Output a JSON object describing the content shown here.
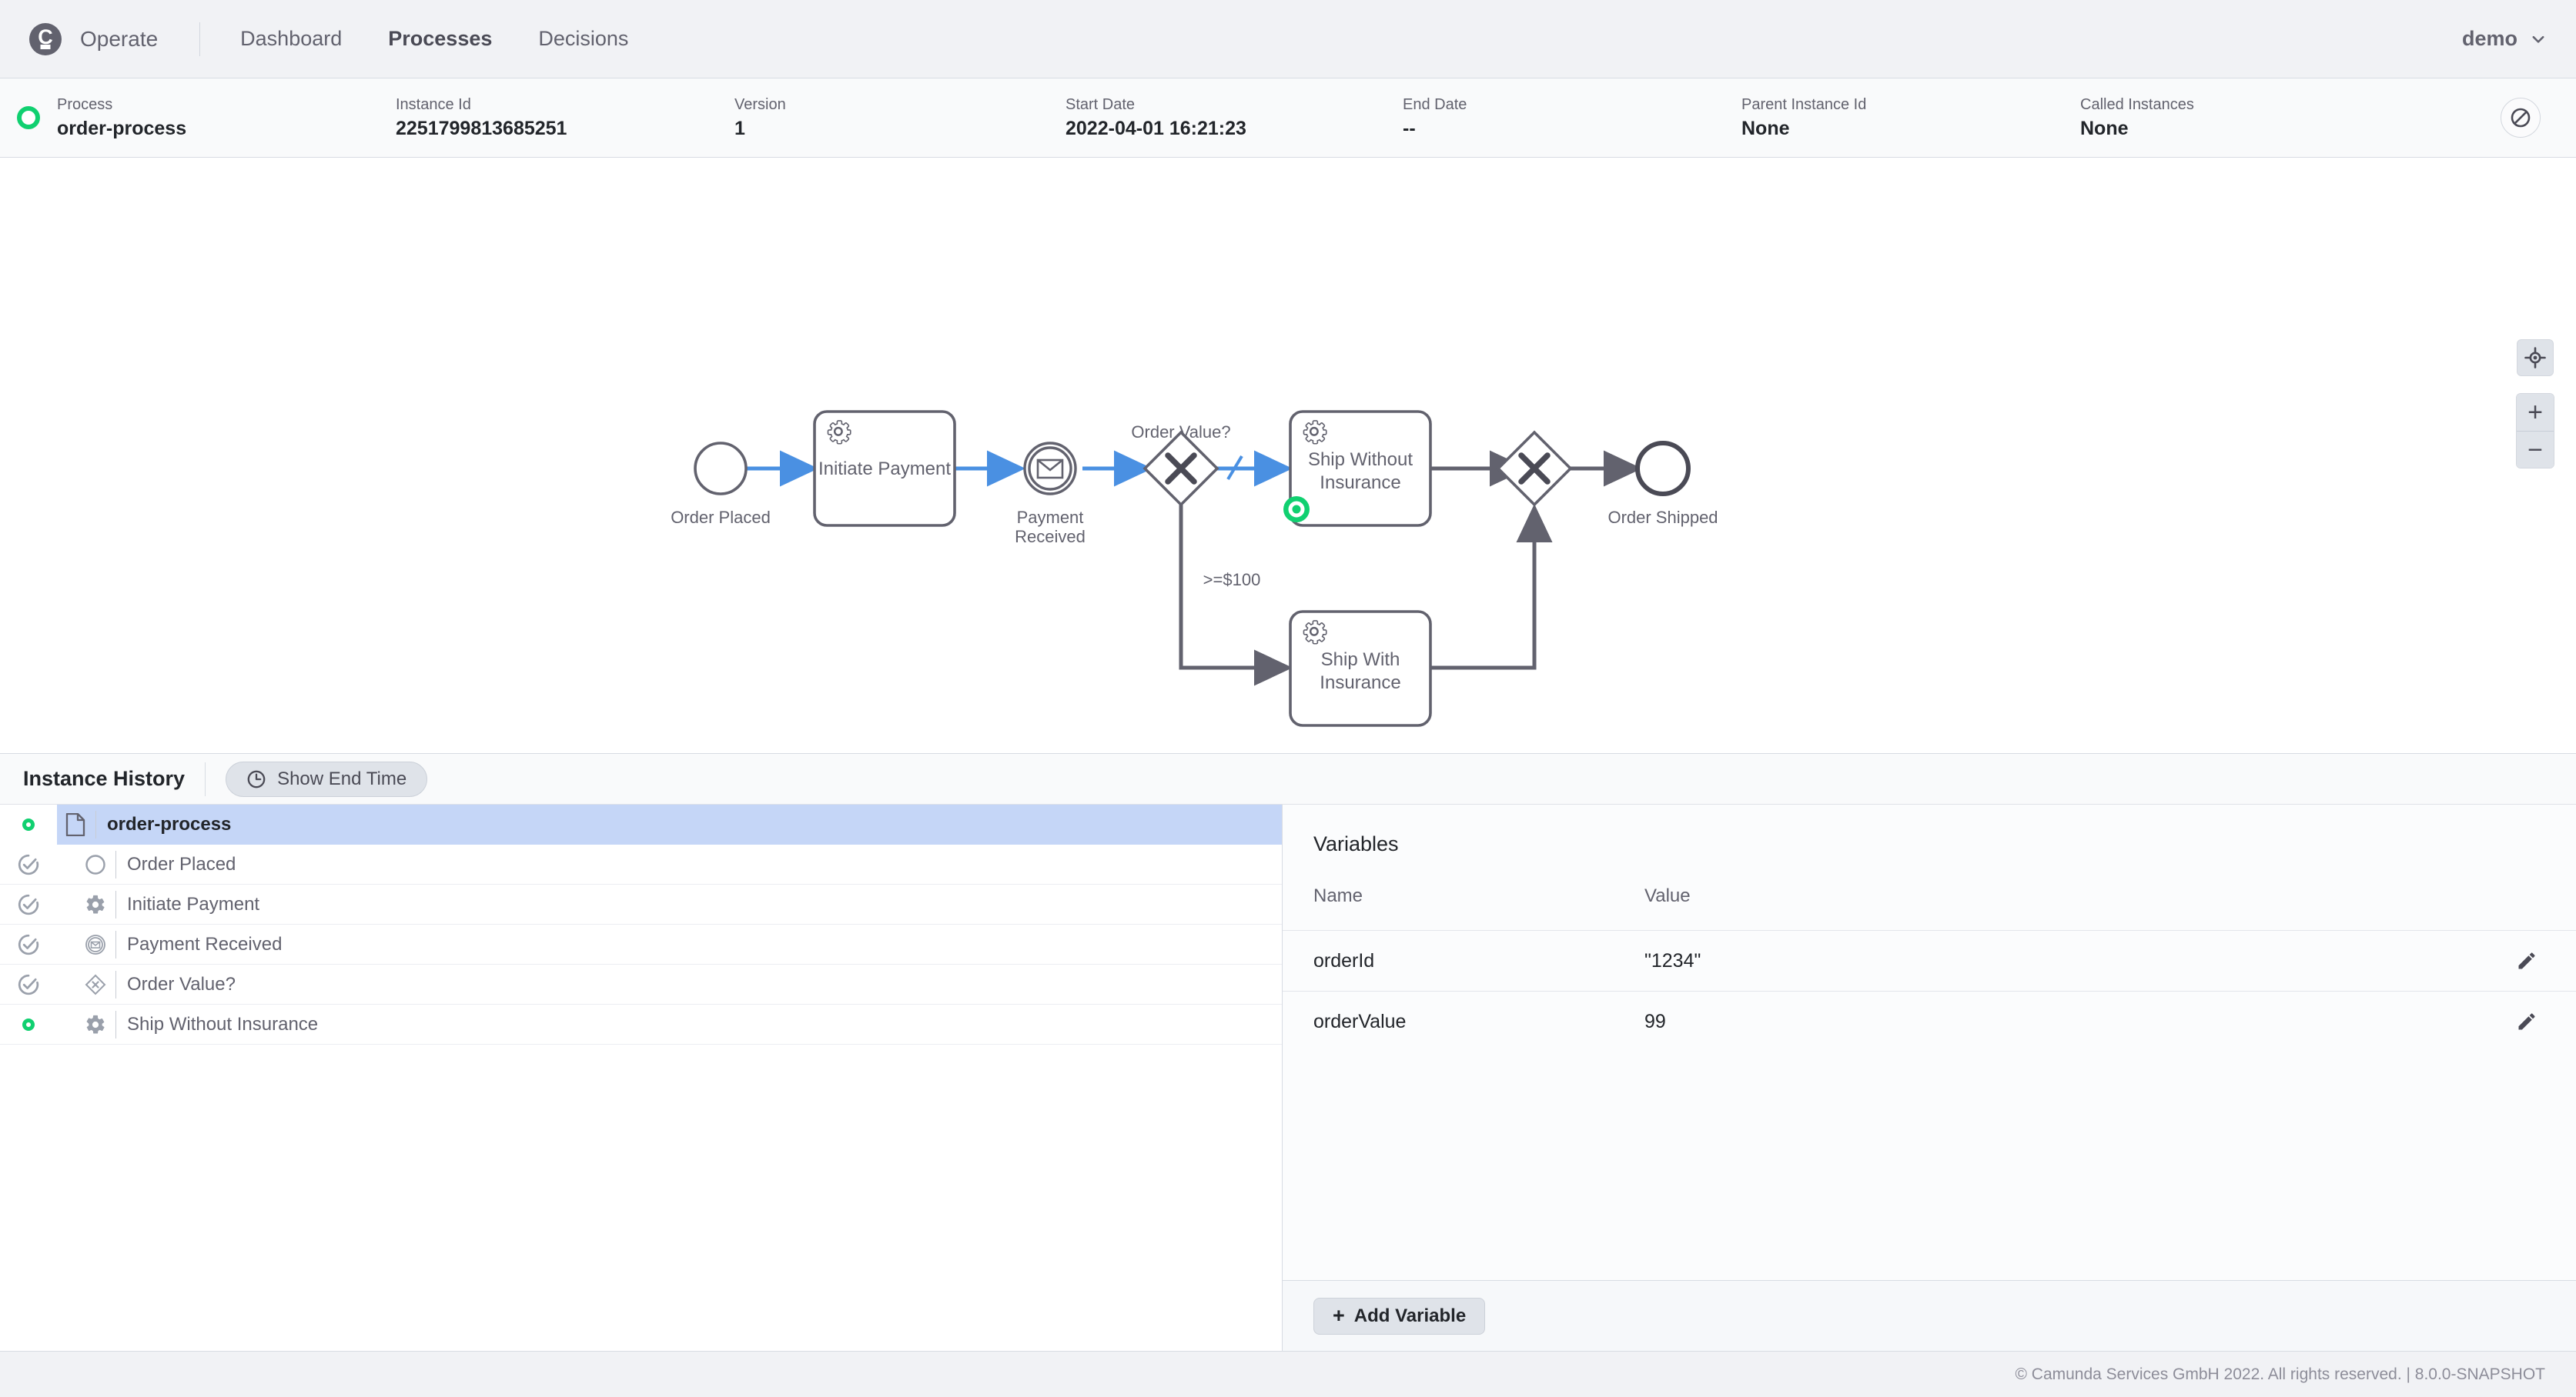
{
  "topnav": {
    "brand": "Operate",
    "logo_icon": "camunda-logo-icon",
    "links": [
      {
        "label": "Dashboard",
        "active": false
      },
      {
        "label": "Processes",
        "active": true
      },
      {
        "label": "Decisions",
        "active": false
      }
    ],
    "user": "demo",
    "chevron_icon": "chevron-down-icon"
  },
  "instance_header": {
    "status_icon": "active-instance-icon",
    "fields": [
      {
        "label": "Process",
        "value": "order-process"
      },
      {
        "label": "Instance Id",
        "value": "2251799813685251"
      },
      {
        "label": "Version",
        "value": "1"
      },
      {
        "label": "Start Date",
        "value": "2022-04-01 16:21:23"
      },
      {
        "label": "End Date",
        "value": "--"
      },
      {
        "label": "Parent Instance Id",
        "value": "None"
      },
      {
        "label": "Called Instances",
        "value": "None"
      }
    ],
    "cancel_icon": "cancel-instance-icon"
  },
  "diagram": {
    "nodes": {
      "start_event": "Order Placed",
      "initiate_payment": "Initiate Payment",
      "payment_received": "Payment Received",
      "gateway_split": "Order Value?",
      "ship_without": "Ship Without Insurance",
      "ship_with": "Ship With Insurance",
      "end_event": "Order Shipped"
    },
    "flow_labels": {
      "conditional": ">=$100"
    },
    "active_badge_node": "ship_without",
    "colors": {
      "active_flow": "#4a90e2",
      "active_marker": "#10d070",
      "shape_stroke": "#62626e"
    },
    "controls": {
      "reset_icon": "reset-zoom-icon",
      "zoom_in_icon": "plus-icon",
      "zoom_out_icon": "minus-icon",
      "zoom_in_label": "+",
      "zoom_out_label": "−"
    }
  },
  "instance_history": {
    "title": "Instance History",
    "toggle": {
      "label": "Show End Time",
      "icon": "clock-icon"
    },
    "rows": [
      {
        "label": "order-process",
        "state": "active",
        "icon": "process-document-icon",
        "level": 0,
        "selected": true
      },
      {
        "label": "Order Placed",
        "state": "completed",
        "icon": "start-event-icon",
        "level": 1,
        "selected": false
      },
      {
        "label": "Initiate Payment",
        "state": "completed",
        "icon": "service-task-icon",
        "level": 1,
        "selected": false
      },
      {
        "label": "Payment Received",
        "state": "completed",
        "icon": "message-event-icon",
        "level": 1,
        "selected": false
      },
      {
        "label": "Order Value?",
        "state": "completed",
        "icon": "gateway-icon",
        "level": 1,
        "selected": false
      },
      {
        "label": "Ship Without Insurance",
        "state": "active",
        "icon": "service-task-icon",
        "level": 1,
        "selected": false
      }
    ]
  },
  "variables": {
    "title": "Variables",
    "columns": {
      "name": "Name",
      "value": "Value"
    },
    "rows": [
      {
        "name": "orderId",
        "value": "\"1234\"",
        "edit_icon": "edit-pencil-icon"
      },
      {
        "name": "orderValue",
        "value": "99",
        "edit_icon": "edit-pencil-icon"
      }
    ],
    "add_button": {
      "label": "Add Variable",
      "icon": "plus-icon",
      "plus": "+"
    }
  },
  "footer": {
    "text": "© Camunda Services GmbH 2022. All rights reserved. | 8.0.0-SNAPSHOT"
  }
}
